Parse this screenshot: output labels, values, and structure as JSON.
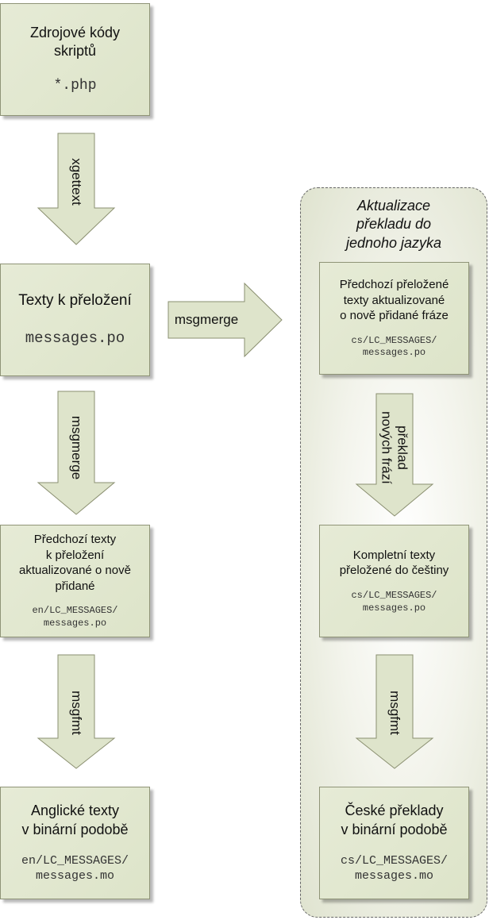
{
  "nodes": {
    "source": {
      "title": "Zdrojové kódy\nskriptů",
      "file": "*.php"
    },
    "texts": {
      "title": "Texty k přeložení",
      "file": "messages.po"
    },
    "prev_texts": {
      "title": "Předchozí texty\nk přeložení\naktualizované o nově\npřidané",
      "file": "en/LC_MESSAGES/\nmessages.po"
    },
    "english_bin": {
      "title": "Anglické texty\nv binární podobě",
      "file": "en/LC_MESSAGES/\nmessages.mo"
    },
    "prev_translated": {
      "title": "Předchozí přeložené\ntexty aktualizované\no nově přidané fráze",
      "file": "cs/LC_MESSAGES/\nmessages.po"
    },
    "complete": {
      "title": "Kompletní texty\npřeložené do češtiny",
      "file": "cs/LC_MESSAGES/\nmessages.po"
    },
    "czech_bin": {
      "title": "České překlady\nv binární podobě",
      "file": "cs/LC_MESSAGES/\nmessages.mo"
    }
  },
  "group": {
    "title": "Aktualizace\npřekladu do\njednoho jazyka"
  },
  "arrows": {
    "xgettext": "xgettext",
    "msgmerge_left": "msgmerge",
    "msgfmt_left": "msgfmt",
    "msgmerge_right": "msgmerge",
    "translate": "překlad\nnových frází",
    "msgfmt_right": "msgfmt"
  },
  "colors": {
    "box_fill": "#e2e8d0",
    "box_border": "#8f9477",
    "arrow_fill": "#dee4cb"
  }
}
